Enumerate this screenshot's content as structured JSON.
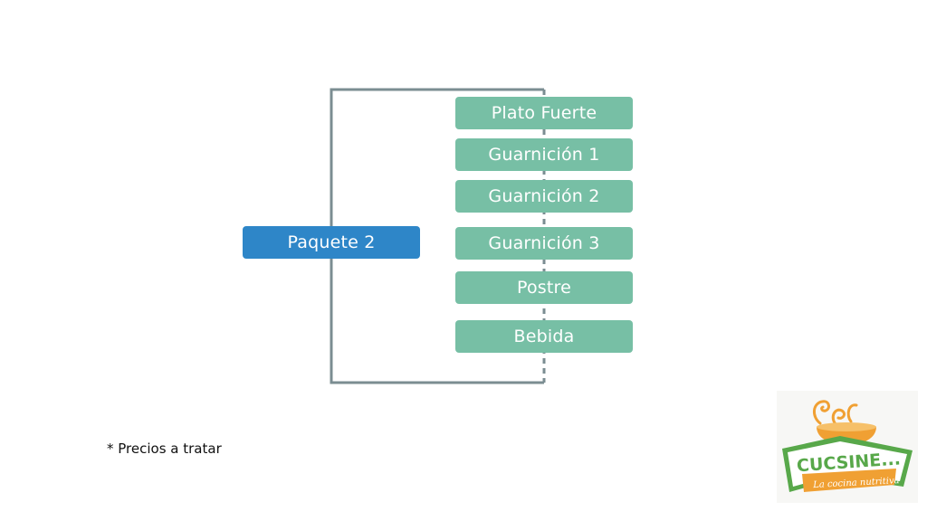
{
  "diagram": {
    "root": "Paquete 2",
    "items": [
      "Plato Fuerte",
      "Guarnición 1",
      "Guarnición 2",
      "Guarnición 3",
      "Postre",
      "Bebida"
    ]
  },
  "note": "* Precios a tratar",
  "logo": {
    "brand": "CUCSINE...",
    "tagline": "La cocina nutritiva"
  },
  "colors": {
    "root_box": "#2e86c8",
    "item_box": "#77bfa5",
    "connector": "#7b8d92",
    "logo_green": "#58a84a",
    "logo_orange": "#f0a033"
  }
}
